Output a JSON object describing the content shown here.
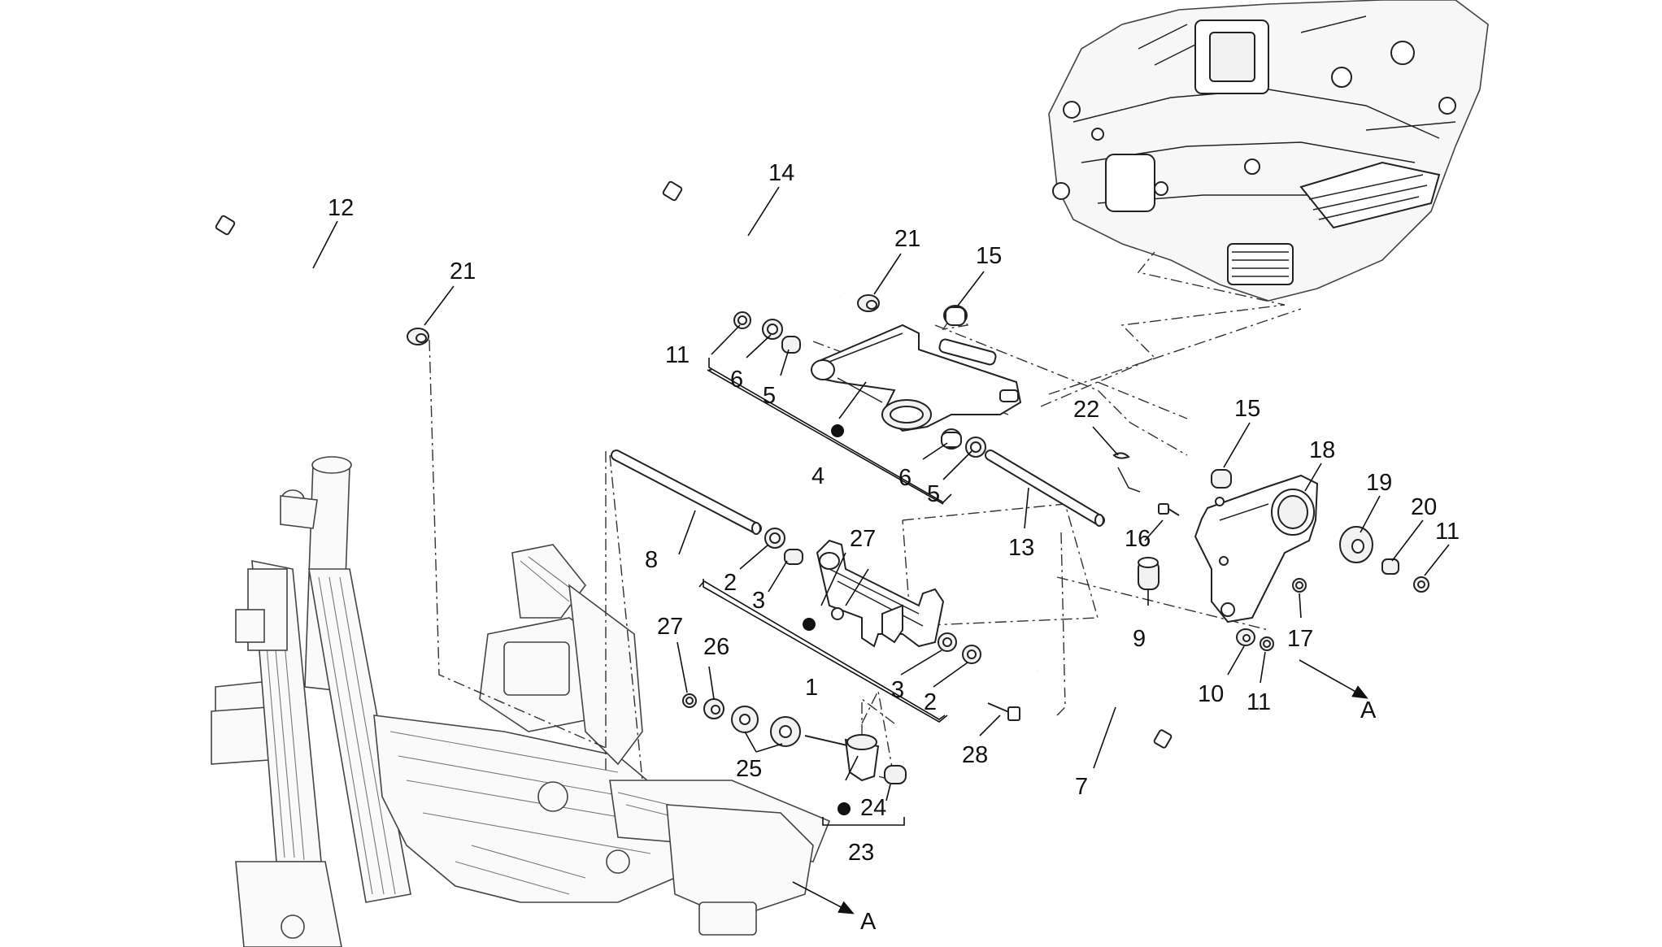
{
  "diagram": {
    "callouts": [
      {
        "id": "c12",
        "text": "12"
      },
      {
        "id": "c21a",
        "text": "21"
      },
      {
        "id": "c14",
        "text": "14"
      },
      {
        "id": "c21b",
        "text": "21"
      },
      {
        "id": "c15a",
        "text": "15"
      },
      {
        "id": "c11a",
        "text": "11"
      },
      {
        "id": "c6a",
        "text": "6"
      },
      {
        "id": "c5a",
        "text": "5"
      },
      {
        "id": "c4",
        "text": "4"
      },
      {
        "id": "c6b",
        "text": "6"
      },
      {
        "id": "c5b",
        "text": "5"
      },
      {
        "id": "c13",
        "text": "13"
      },
      {
        "id": "c22",
        "text": "22"
      },
      {
        "id": "c15b",
        "text": "15"
      },
      {
        "id": "c18",
        "text": "18"
      },
      {
        "id": "c19",
        "text": "19"
      },
      {
        "id": "c20",
        "text": "20"
      },
      {
        "id": "c11b",
        "text": "11"
      },
      {
        "id": "c16",
        "text": "16"
      },
      {
        "id": "c8",
        "text": "8"
      },
      {
        "id": "c27a",
        "text": "27"
      },
      {
        "id": "c2a",
        "text": "2"
      },
      {
        "id": "c3a",
        "text": "3"
      },
      {
        "id": "c9",
        "text": "9"
      },
      {
        "id": "c17",
        "text": "17"
      },
      {
        "id": "c27b",
        "text": "27"
      },
      {
        "id": "c26",
        "text": "26"
      },
      {
        "id": "c1",
        "text": "1"
      },
      {
        "id": "c3b",
        "text": "3"
      },
      {
        "id": "c2b",
        "text": "2"
      },
      {
        "id": "c10",
        "text": "10"
      },
      {
        "id": "c11c",
        "text": "11"
      },
      {
        "id": "c25",
        "text": "25"
      },
      {
        "id": "c28",
        "text": "28"
      },
      {
        "id": "c7",
        "text": "7"
      },
      {
        "id": "c24",
        "text": "24"
      },
      {
        "id": "c23",
        "text": "23"
      }
    ],
    "arrow_labels": [
      {
        "id": "a1",
        "text": "A"
      },
      {
        "id": "a2",
        "text": "A"
      }
    ]
  }
}
